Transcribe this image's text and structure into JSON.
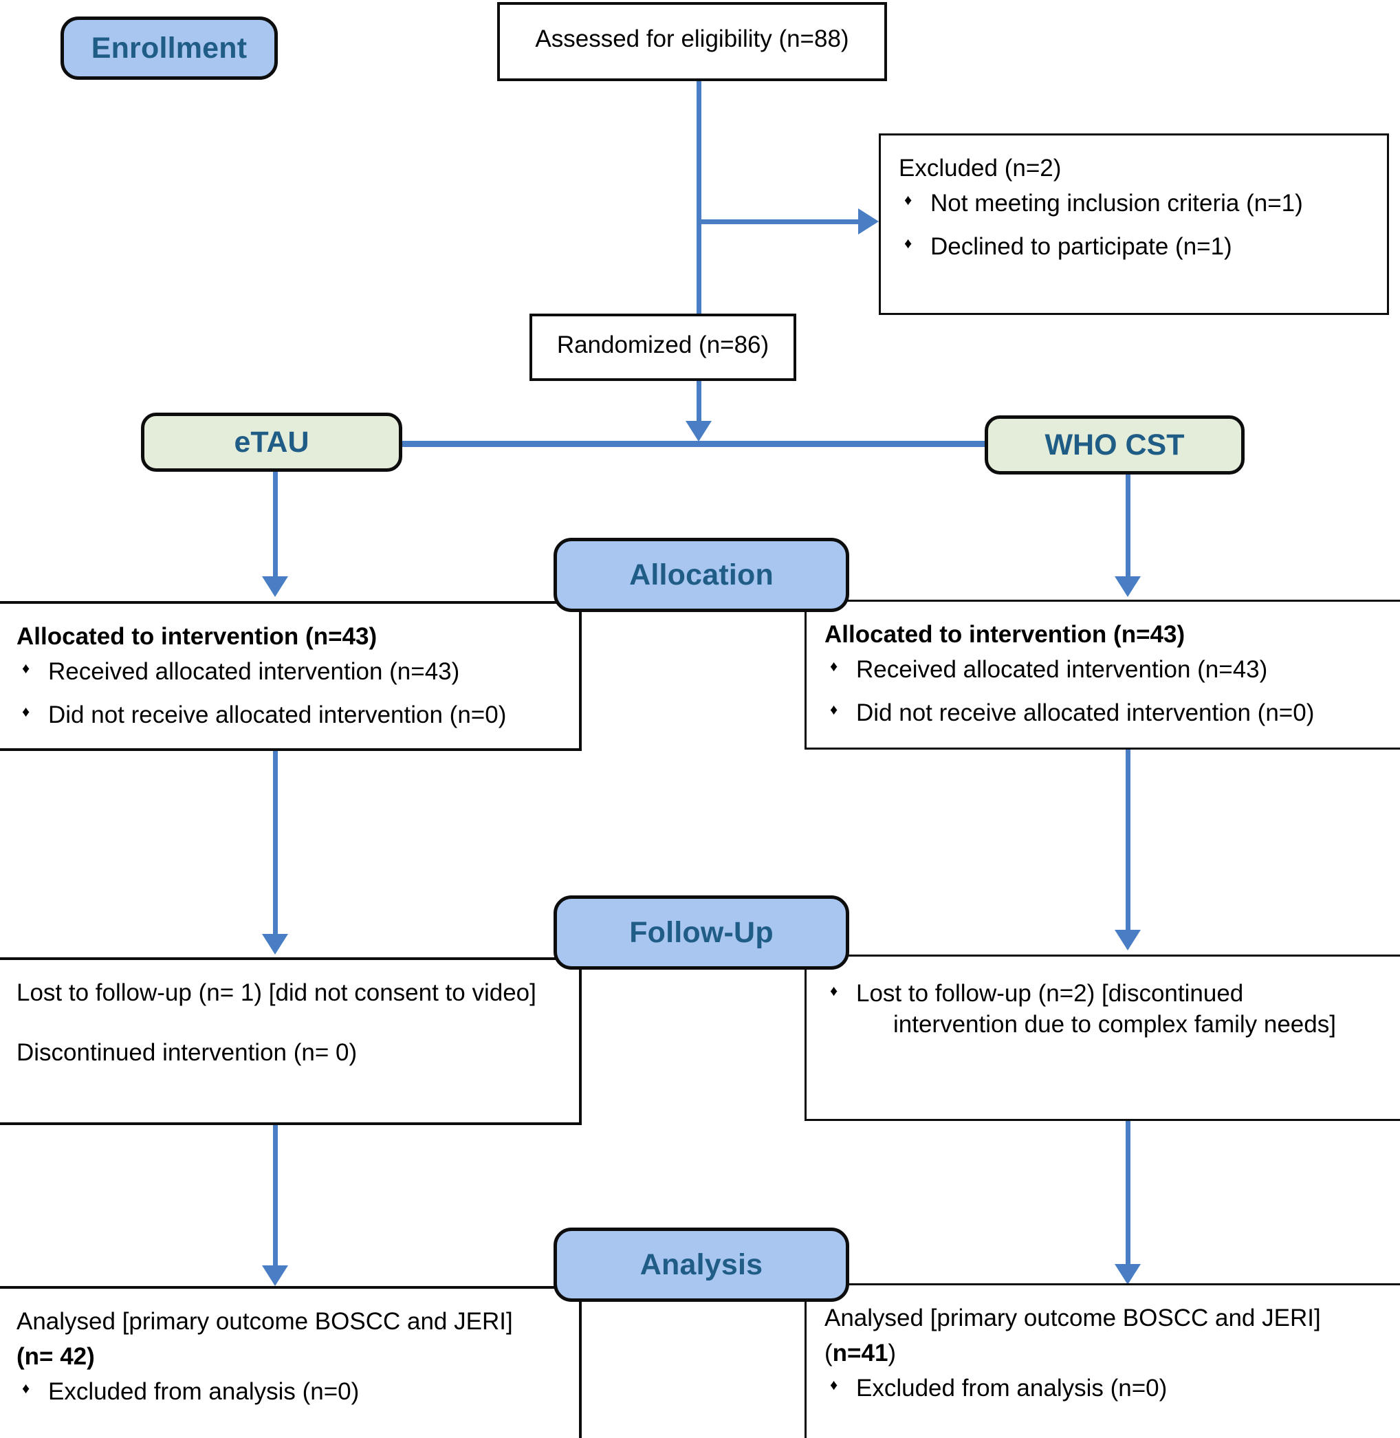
{
  "diagram": {
    "title": "CONSORT Participant Flow Diagram",
    "colors": {
      "stage_banner_fill": "#a8c6f0",
      "arm_banner_fill": "#e3edd9",
      "banner_text": "#1f5c86",
      "connector": "#4a7ec4",
      "box_border": "#0d0d0d",
      "box_fill": "#ffffff",
      "body_text": "#000000"
    }
  },
  "stages": {
    "enrollment": "Enrollment",
    "allocation": "Allocation",
    "followup": "Follow-Up",
    "analysis": "Analysis"
  },
  "arms": {
    "left": "eTAU",
    "right": "WHO CST"
  },
  "enrollment": {
    "assessed": "Assessed for eligibility (n=88)",
    "randomized": "Randomized (n=86)",
    "excluded": {
      "heading": "Excluded (n=2)",
      "items": [
        "Not meeting inclusion criteria (n=1)",
        "Declined to participate (n=1)"
      ]
    }
  },
  "allocation": {
    "left": {
      "heading": "Allocated to intervention (n=43)",
      "items": [
        "Received allocated intervention (n=43)",
        "Did not receive allocated intervention (n=0)"
      ]
    },
    "right": {
      "heading": "Allocated to intervention (n=43)",
      "items": [
        "Received allocated intervention (n=43)",
        "Did not receive allocated intervention (n=0)"
      ]
    }
  },
  "followup": {
    "left": {
      "lines": [
        "Lost to follow-up (n= 1) [did not consent to video]",
        "Discontinued intervention (n= 0)"
      ]
    },
    "right": {
      "bullet_line_1": "Lost to follow-up (n=2) [discontinued",
      "bullet_line_2": "intervention due to complex family needs]"
    }
  },
  "analysis": {
    "left": {
      "line1": "Analysed [primary outcome BOSCC and JERI]",
      "line2_n": "(n= 42)",
      "items": [
        "Excluded from analysis (n=0)"
      ]
    },
    "right": {
      "line1": "Analysed [primary outcome BOSCC and JERI]",
      "line2_open": "(",
      "line2_n": "n=41",
      "line2_close": ")",
      "items": [
        "Excluded from analysis (n=0)"
      ]
    }
  },
  "icons": {
    "bullet": "♦",
    "arrow_down": "arrow-down-icon",
    "arrow_right": "arrow-right-icon"
  }
}
